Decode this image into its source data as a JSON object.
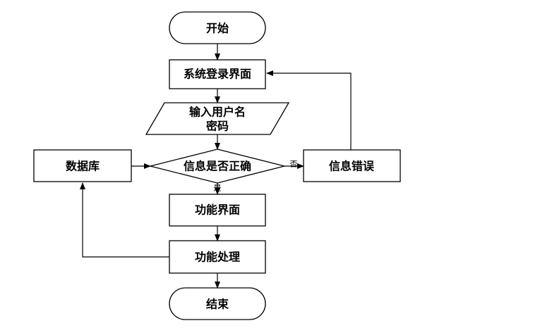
{
  "nodes": {
    "start": "开始",
    "login": "系统登录界面",
    "input_line1": "输入用户名",
    "input_line2": "密码",
    "check": "信息是否正确",
    "database": "数据库",
    "error": "信息错误",
    "function_ui": "功能界面",
    "function_proc": "功能处理",
    "end": "结束"
  },
  "edges": {
    "no_label": "否",
    "yes_label": "是"
  }
}
